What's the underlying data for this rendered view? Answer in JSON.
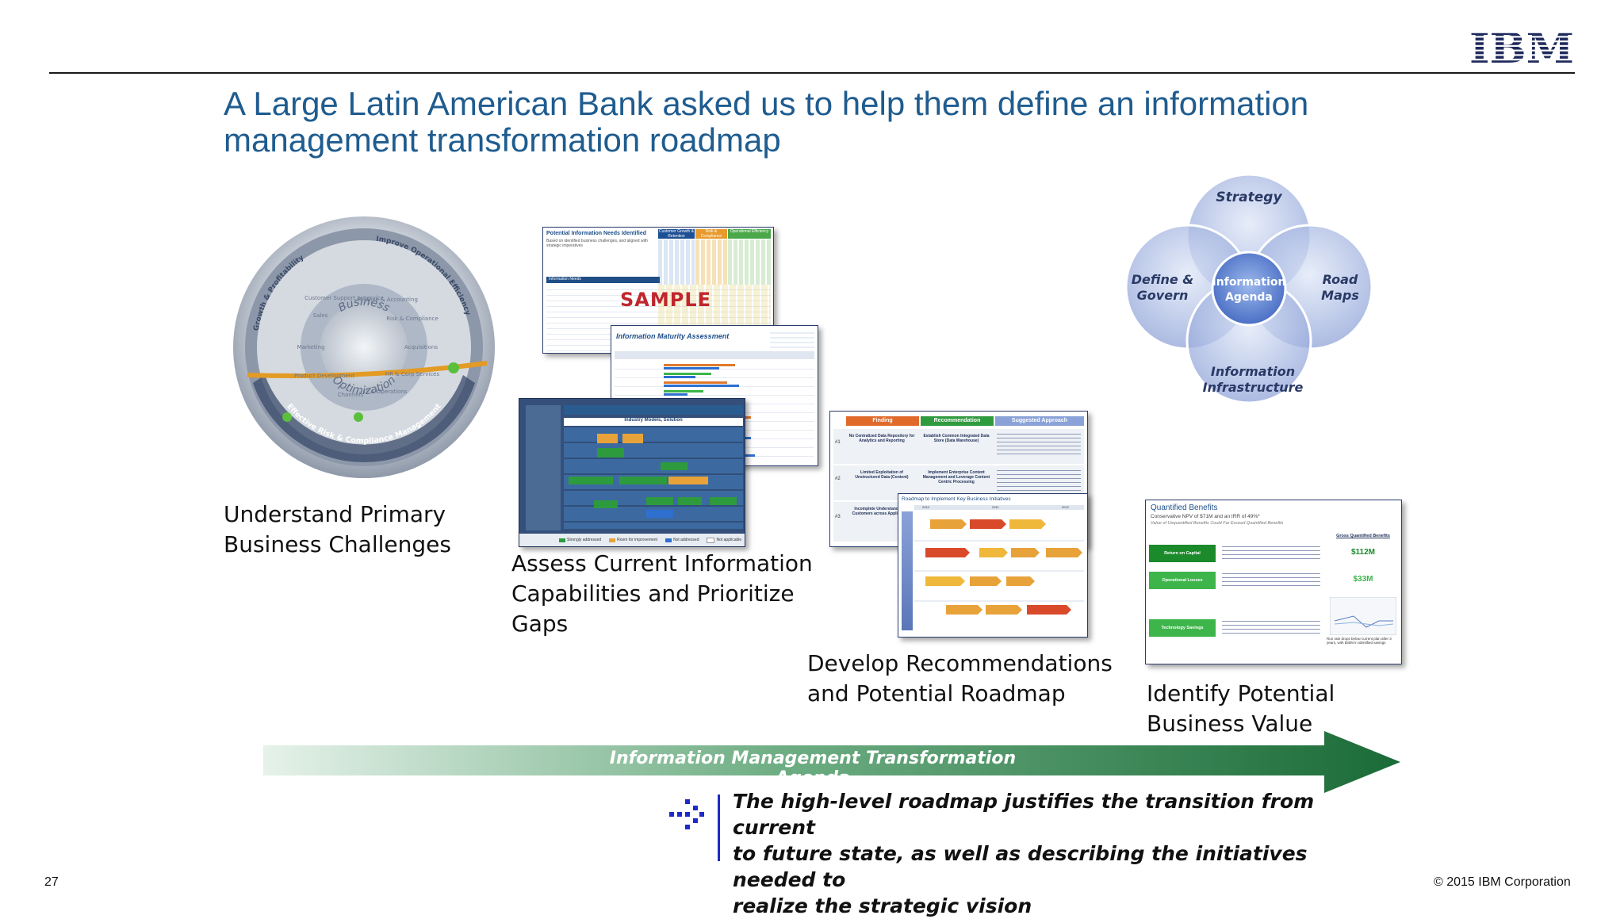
{
  "header": {
    "logo_text": "IBM",
    "title_line1": "A Large Latin American Bank asked us to help them define an information",
    "title_line2": "management transformation roadmap"
  },
  "steps": [
    {
      "line1": "Understand Primary",
      "line2": "Business Challenges"
    },
    {
      "line1": "Assess Current Information",
      "line2": "Capabilities and Prioritize",
      "line3": "Gaps"
    },
    {
      "line1": "Develop Recommendations",
      "line2": "and Potential Roadmap"
    },
    {
      "line1": "Identify Potential",
      "line2": "Business Value"
    }
  ],
  "wheel": {
    "center_line1": "Business",
    "center_line2": "Optimization",
    "ring_outer_top": "Improve Operational Efficiency",
    "ring_outer_left": "Growth & Profitability",
    "ring_bottom": "Effective Risk & Compliance Management",
    "segments": [
      "Sales",
      "Marketing",
      "Product Development",
      "Channels",
      "IT & Operations",
      "HR & Corp Services",
      "Acquisitions",
      "Risk & Compliance",
      "Finance & Accounting",
      "Customer Support & Service"
    ]
  },
  "needs_doc": {
    "title": "Potential Information Needs Identified",
    "subtitle": "Based on identified business challenges, and aligned with strategic imperatives",
    "col_headers": [
      "Customer Growth & Retention",
      "Risk & Compliance",
      "Operational Efficiency"
    ],
    "section_label": "Information Needs",
    "stamp": "SAMPLE"
  },
  "maturity_doc": {
    "title": "Information Maturity Assessment"
  },
  "architecture_doc": {
    "title": "Industry Models, Solution",
    "legend": [
      "Strongly addressed",
      "Room for improvement",
      "Not addressed",
      "Not applicable"
    ]
  },
  "recommendation_doc": {
    "headers": [
      "Finding",
      "Recommendation",
      "Suggested Approach"
    ],
    "rows": [
      {
        "num": "#1",
        "finding": "No Centralized Data Repository for Analytics and Reporting",
        "rec": "Establish Common Integrated Data Store (Data Warehouse)"
      },
      {
        "num": "#2",
        "finding": "Limited Exploitation of Unstructured Data (Content)",
        "rec": "Implement Enterprise Content Management and Leverage Content Centric Processing"
      },
      {
        "num": "#3",
        "finding": "Incomplete Understanding of Customers across Applications",
        "rec": ""
      }
    ]
  },
  "roadmap_doc": {
    "title": "Roadmap to Implement Key Business Initiatives",
    "years": [
      "2010",
      "2011",
      "2012"
    ]
  },
  "benefits_doc": {
    "title": "Quantified Benefits",
    "subtitle": "Conservative NPV of $71M and an IRR of 49%*",
    "subtitle2": "Value of Unquantified Benefits Could Far Exceed Quantified Benefits",
    "col_header": "Gross Quantified Benefits",
    "rows": [
      {
        "label": "Return on Capital",
        "value": "$112M",
        "color": "#1a8a2a"
      },
      {
        "label": "Operational Losses",
        "value": "$33M",
        "color": "#3db54a"
      },
      {
        "label": "Technology Savings",
        "value": "",
        "color": "#3db54a"
      }
    ],
    "chart_caption": "Run rate drops below current plan after 3 years, with $30M in identified savings"
  },
  "venn": {
    "top": "Strategy",
    "left_line1": "Define &",
    "left_line2": "Govern",
    "right_line1": "Road",
    "right_line2": "Maps",
    "bottom_line1": "Information",
    "bottom_line2": "Infrastructure",
    "center_line1": "Information",
    "center_line2": "Agenda"
  },
  "agenda_bar": {
    "label": "Information Management Transformation Agenda",
    "color_start": "#e6f2ea",
    "color_end": "#1a6b37"
  },
  "note": {
    "line1": "The high-level roadmap justifies the transition from current",
    "line2": "to future state, as well as describing the initiatives needed to",
    "line3": "realize the strategic vision"
  },
  "footer": {
    "page_number": "27",
    "copyright": "© 2015 IBM Corporation"
  },
  "colors": {
    "title": "#1f5c8f",
    "ibm_navy": "#1f2a5c",
    "accent_blue": "#1e2bc9"
  }
}
